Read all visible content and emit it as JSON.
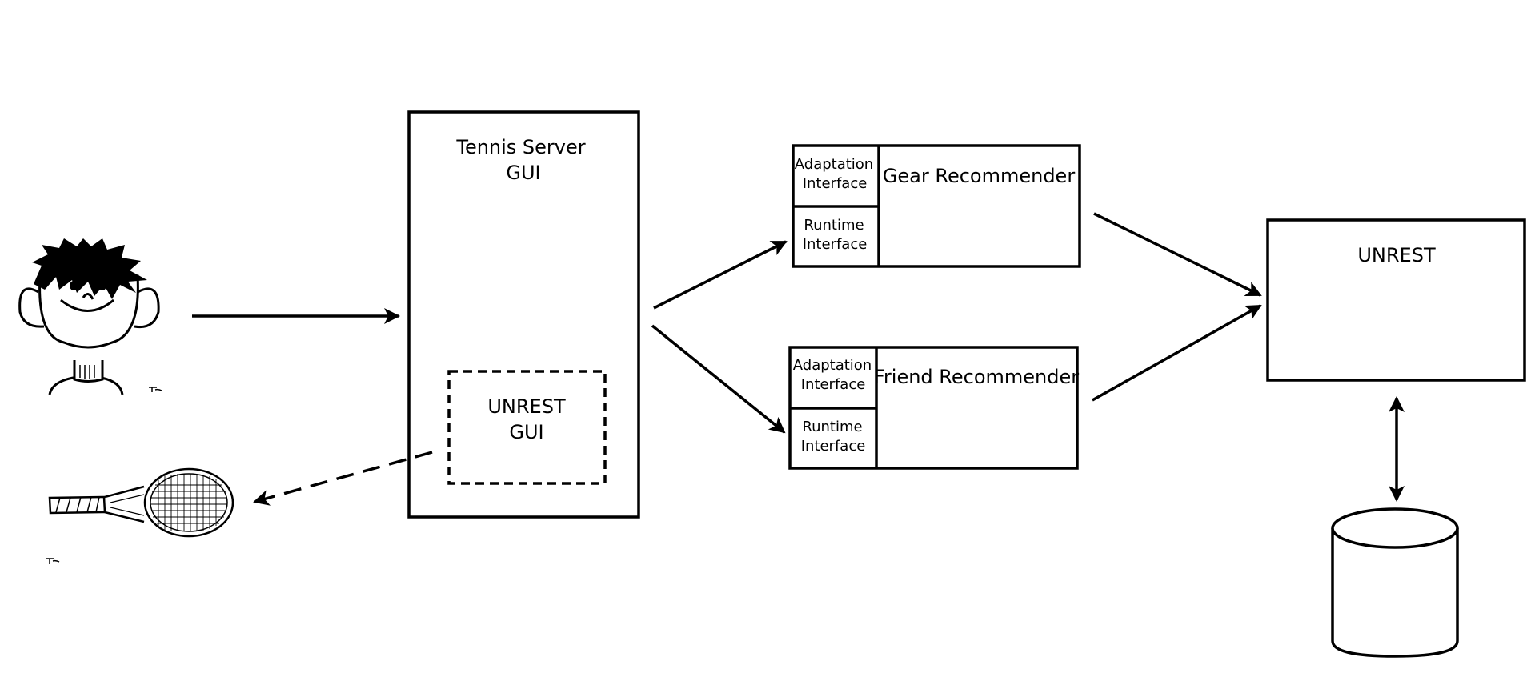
{
  "colors": {
    "stroke": "#000000",
    "background": "#ffffff"
  },
  "icons": {
    "user": "cartoon-user-icon",
    "racket": "tennis-racket-icon",
    "database": "database-cylinder-icon"
  },
  "tennis_server": {
    "line1": "Tennis Server",
    "line2": "GUI"
  },
  "unrest_gui": {
    "line1": "UNREST",
    "line2": "GUI"
  },
  "gear_recommender": {
    "title": "Gear Recommender",
    "adaptation_line1": "Adaptation",
    "adaptation_line2": "Interface",
    "runtime_line1": "Runtime",
    "runtime_line2": "Interface"
  },
  "friend_recommender": {
    "title": "Friend Recommender",
    "adaptation_line1": "Adaptation",
    "adaptation_line2": "Interface",
    "runtime_line1": "Runtime",
    "runtime_line2": "Interface"
  },
  "unrest": {
    "title": "UNREST"
  }
}
